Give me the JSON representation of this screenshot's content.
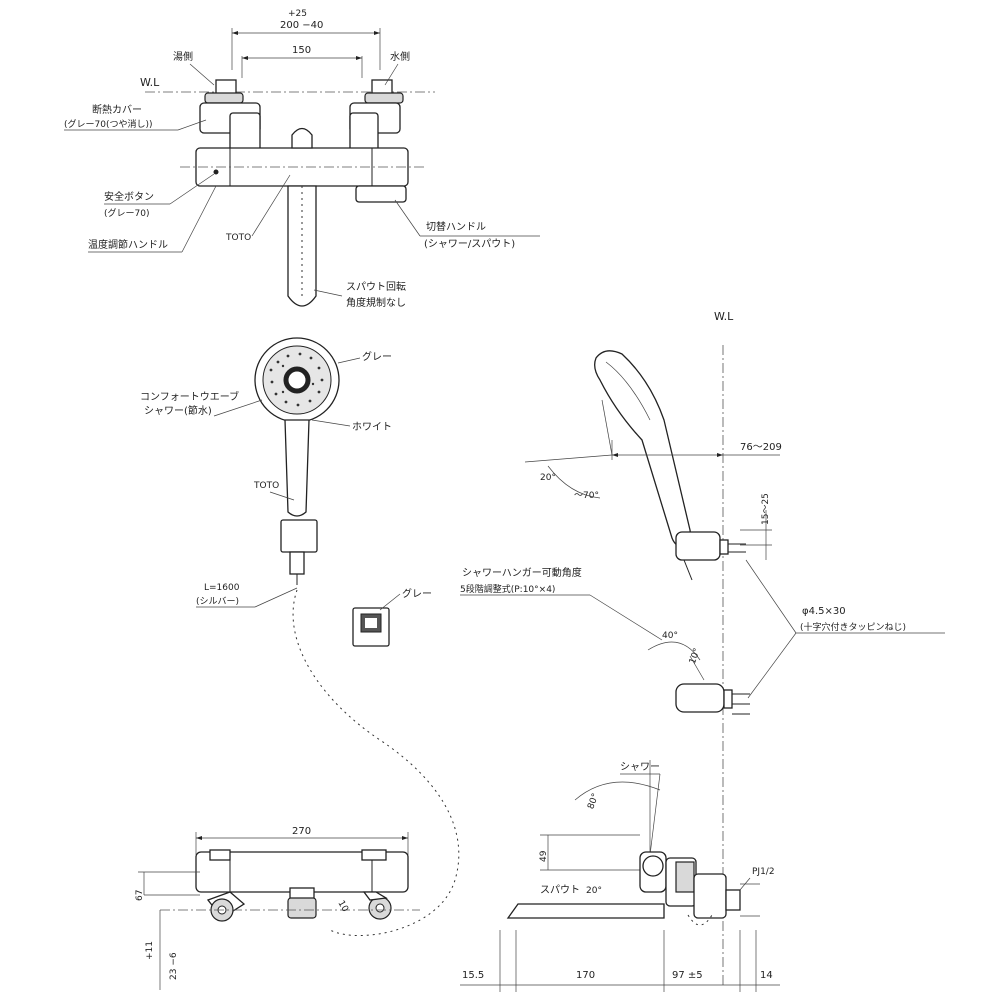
{
  "labels": {
    "wl_top": "W.L",
    "wl_side": "W.L",
    "hot": "湯側",
    "cold": "水側",
    "heat_cover_1": "断熱カバー",
    "heat_cover_2": "(グレー70(つや消し))",
    "safety_button_1": "安全ボタン",
    "safety_button_2": "(グレー70)",
    "temp_handle": "温度調節ハンドル",
    "toto_body": "TOTO",
    "switch_handle_1": "切替ハンドル",
    "switch_handle_2": "(シャワー/スパウト)",
    "spout_rotation_1": "スパウト回転",
    "spout_rotation_2": "角度規制なし",
    "grey_head": "グレー",
    "comfort_wave_1": "コンフォートウエーブ",
    "comfort_wave_2": "シャワー(節水)",
    "white": "ホワイト",
    "toto_handle": "TOTO",
    "hose_length_1": "L=1600",
    "hose_length_2": "(シルバー)",
    "grey_hanger": "グレー",
    "hanger_angle_1": "シャワーハンガー可動角度",
    "hanger_angle_2": "5段階調整式(P:10°×4)",
    "screw_1": "φ4.5×30",
    "screw_2": "(十字穴付きタッピンねじ)",
    "shower": "シャワー",
    "spout": "スパウト",
    "pj": "PJ1/2"
  },
  "dimensions": {
    "top_tol_plus": "+25",
    "top_span": "200 −40",
    "top_inner": "150",
    "reach": "76〜209",
    "vertical_adj": "15〜25",
    "head_angle_a": "20°",
    "head_angle_b": "〜70°",
    "hanger_angle": "40°",
    "hanger_pitch": "10°",
    "body_width": "270",
    "height_67": "67",
    "offset_plus": "+11",
    "offset_base": "23 −6",
    "dim_10": "10",
    "shower_angle": "80°",
    "height_49": "49",
    "spout_angle": "20°",
    "bottom_155": "15.5",
    "bottom_170": "170",
    "bottom_97": "97 ±5",
    "bottom_14": "14"
  }
}
